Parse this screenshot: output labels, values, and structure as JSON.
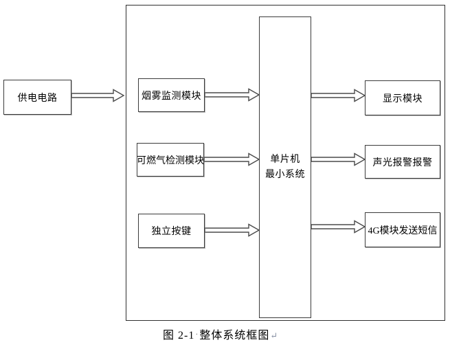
{
  "diagram": {
    "caption": {
      "figure_label": "图 2-1",
      "space_mark": "·",
      "title": "整体系统框图",
      "return_mark": "↵"
    },
    "boxes": {
      "power": {
        "label": "供电电路"
      },
      "smoke": {
        "label": "烟雾监测模块"
      },
      "gas": {
        "label": "可燃气检测模块"
      },
      "keys": {
        "label": "独立按键"
      },
      "mcu": {
        "line1": "单片机",
        "line2": "最小系统"
      },
      "display": {
        "label": "显示模块"
      },
      "alarm": {
        "label": "声光报警报警"
      },
      "sms": {
        "label": "4G模块发送短信"
      }
    },
    "connections": [
      {
        "from": "供电电路",
        "to": "整体系统边界"
      },
      {
        "from": "烟雾监测模块",
        "to": "单片机最小系统"
      },
      {
        "from": "可燃气检测模块",
        "to": "单片机最小系统"
      },
      {
        "from": "独立按键",
        "to": "单片机最小系统"
      },
      {
        "from": "单片机最小系统",
        "to": "显示模块"
      },
      {
        "from": "单片机最小系统",
        "to": "声光报警报警"
      },
      {
        "from": "单片机最小系统",
        "to": "4G模块发送短信"
      }
    ],
    "colors": {
      "background": "#ffffff",
      "box_border": "#3a3a3a",
      "arrow_outline": "#4a4a4a",
      "text": "#000000"
    }
  }
}
